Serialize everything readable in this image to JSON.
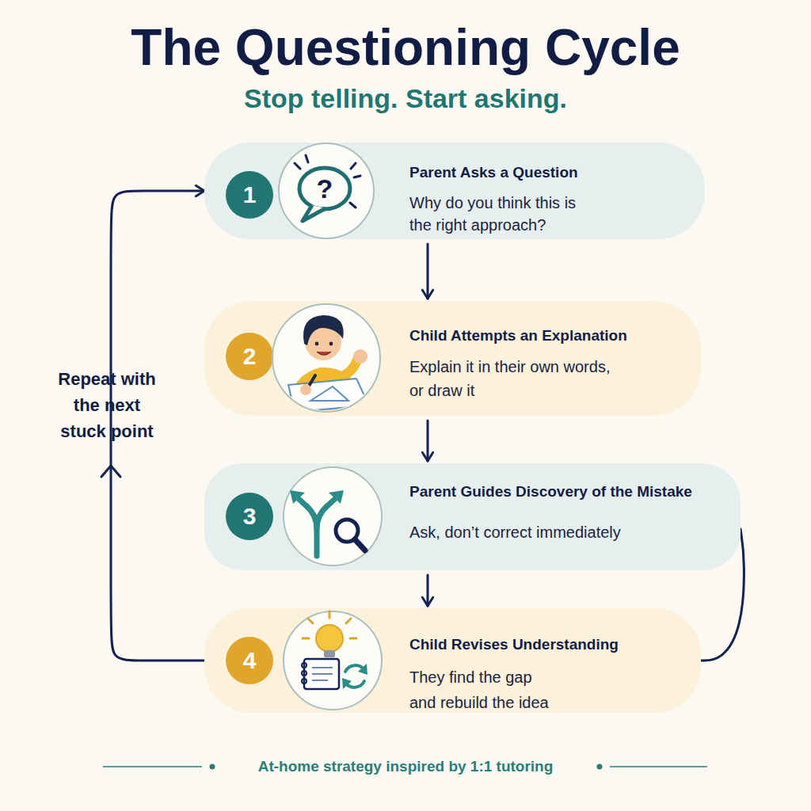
{
  "diagram": {
    "title": "The Questioning Cycle",
    "caption": "At-home strategy inspired by 1:1 tutoring",
    "nodes": [
      {
        "text": [
          "Parent Asks a Question",
          "Why do you think this is the right approach?"
        ]
      },
      {
        "text": [
          "1"
        ],
        "in": 0
      },
      {
        "text": [
          "Child Attempts an Explanation",
          "Explain it in their own words, or draw it"
        ]
      },
      {
        "text": [
          "2"
        ],
        "in": 2
      },
      {
        "text": [
          "Parent Guides Discovery of the Mistake",
          "Ask, don’t correct immediately"
        ]
      },
      {
        "text": [
          "3"
        ],
        "in": 4
      },
      {
        "text": [
          "Child Revises Understanding",
          "They find the gap and rebuild the idea"
        ]
      },
      {
        "text": [
          "4"
        ],
        "in": 6
      }
    ],
    "edges": [
      {
        "from": 0,
        "to": 2,
        "arrow": "to"
      },
      {
        "from": 2,
        "to": 4,
        "arrow": "to"
      },
      {
        "from": 4,
        "to": 6,
        "arrow": "to"
      },
      {
        "from": 4,
        "to": 6,
        "arrow": "none"
      },
      {
        "from": 6,
        "to": 0,
        "arrow": "to",
        "label": "Repeat with the next stuck point"
      }
    ],
    "labels": [
      "Stop telling. Start asking.",
      "?"
    ]
  }
}
